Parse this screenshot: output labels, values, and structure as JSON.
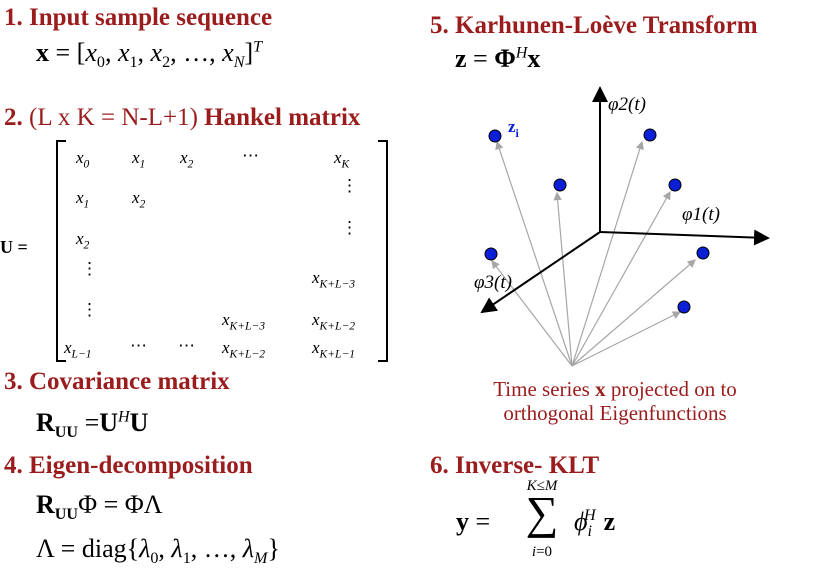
{
  "sections": {
    "s1": {
      "title": "1. Input sample sequence"
    },
    "s2": {
      "title_prefix": "2.",
      "title_plain": "(L x K = N-L+1)",
      "title_bold": "Hankel matrix"
    },
    "s3": {
      "title": "3. Covariance matrix"
    },
    "s4": {
      "title": "4. Eigen-decomposition"
    },
    "s5": {
      "title": "5. Karhunen-Loève Transform"
    },
    "s6": {
      "title": "6. Inverse- KLT"
    }
  },
  "hankel": {
    "lhs": "U =",
    "cells": {
      "r1": [
        "x0",
        "x1",
        "x2",
        "⋯",
        "xK"
      ],
      "r2": [
        "x1",
        "x2",
        "⋮"
      ],
      "r3": [
        "x2",
        "⋮"
      ],
      "r4": [
        "⋮",
        "xK+L-3"
      ],
      "r5": [
        "⋮",
        "xK+L-3",
        "xK+L-2"
      ],
      "r6": [
        "xL-1",
        "⋯",
        "⋯",
        "xK+L-2",
        "xK+L-1"
      ]
    }
  },
  "diagram": {
    "axes": [
      "φ2(t)",
      "φ1(t)",
      "φ3(t)"
    ],
    "point_label": "zi",
    "point_color": "#0a1fd6",
    "caption_prefix": "Time series",
    "caption_var": "x",
    "caption_suffix": "projected on to",
    "caption_line2": "orthogonal Eigenfunctions"
  },
  "colors": {
    "heading": "#9b1c1c",
    "points": "#0a1fd6",
    "rays": "#a6a6a6"
  }
}
